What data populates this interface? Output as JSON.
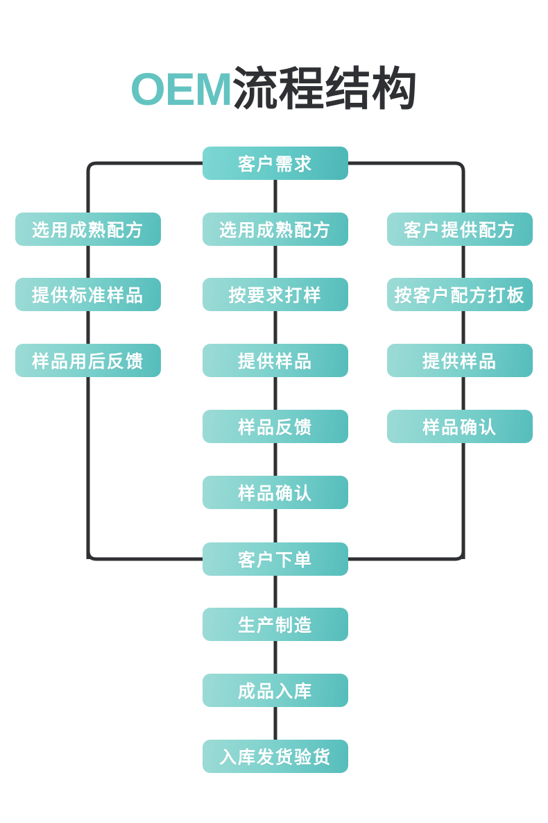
{
  "title": {
    "brand": "OEM",
    "suffix": "流程结构"
  },
  "colors": {
    "brand_teal": "#63c3c1",
    "title_dark": "#2f3033",
    "node_gradient_start": "#9ddbd6",
    "node_gradient_end": "#55bdbb",
    "node_text": "#ffffff",
    "connector": "#2f3033",
    "background": "#ffffff"
  },
  "chart_data": {
    "type": "diagram",
    "title": "OEM流程结构",
    "layout": "three-column flowchart with shared start and merge node",
    "start_node": "客户需求",
    "merge_node": "客户下单",
    "columns": [
      {
        "name": "left-branch",
        "steps": [
          "选用成熟配方",
          "提供标准样品",
          "样品用后反馈"
        ]
      },
      {
        "name": "center-branch",
        "steps": [
          "选用成熟配方",
          "按要求打样",
          "提供样品",
          "样品反馈",
          "样品确认"
        ]
      },
      {
        "name": "right-branch",
        "steps": [
          "客户提供配方",
          "按客户配方打板",
          "提供样品",
          "样品确认"
        ]
      }
    ],
    "tail_steps": [
      "生产制造",
      "成品入库",
      "入库发货验货"
    ]
  },
  "flow": {
    "start": {
      "label": "客户需求"
    },
    "left": [
      {
        "label": "选用成熟配方"
      },
      {
        "label": "提供标准样品"
      },
      {
        "label": "样品用后反馈"
      }
    ],
    "center": [
      {
        "label": "选用成熟配方"
      },
      {
        "label": "按要求打样"
      },
      {
        "label": "提供样品"
      },
      {
        "label": "样品反馈"
      },
      {
        "label": "样品确认"
      }
    ],
    "right": [
      {
        "label": "客户提供配方"
      },
      {
        "label": "按客户配方打板"
      },
      {
        "label": "提供样品"
      },
      {
        "label": "样品确认"
      }
    ],
    "merge": {
      "label": "客户下单"
    },
    "tail": [
      {
        "label": "生产制造"
      },
      {
        "label": "成品入库"
      },
      {
        "label": "入库发货验货"
      }
    ]
  }
}
